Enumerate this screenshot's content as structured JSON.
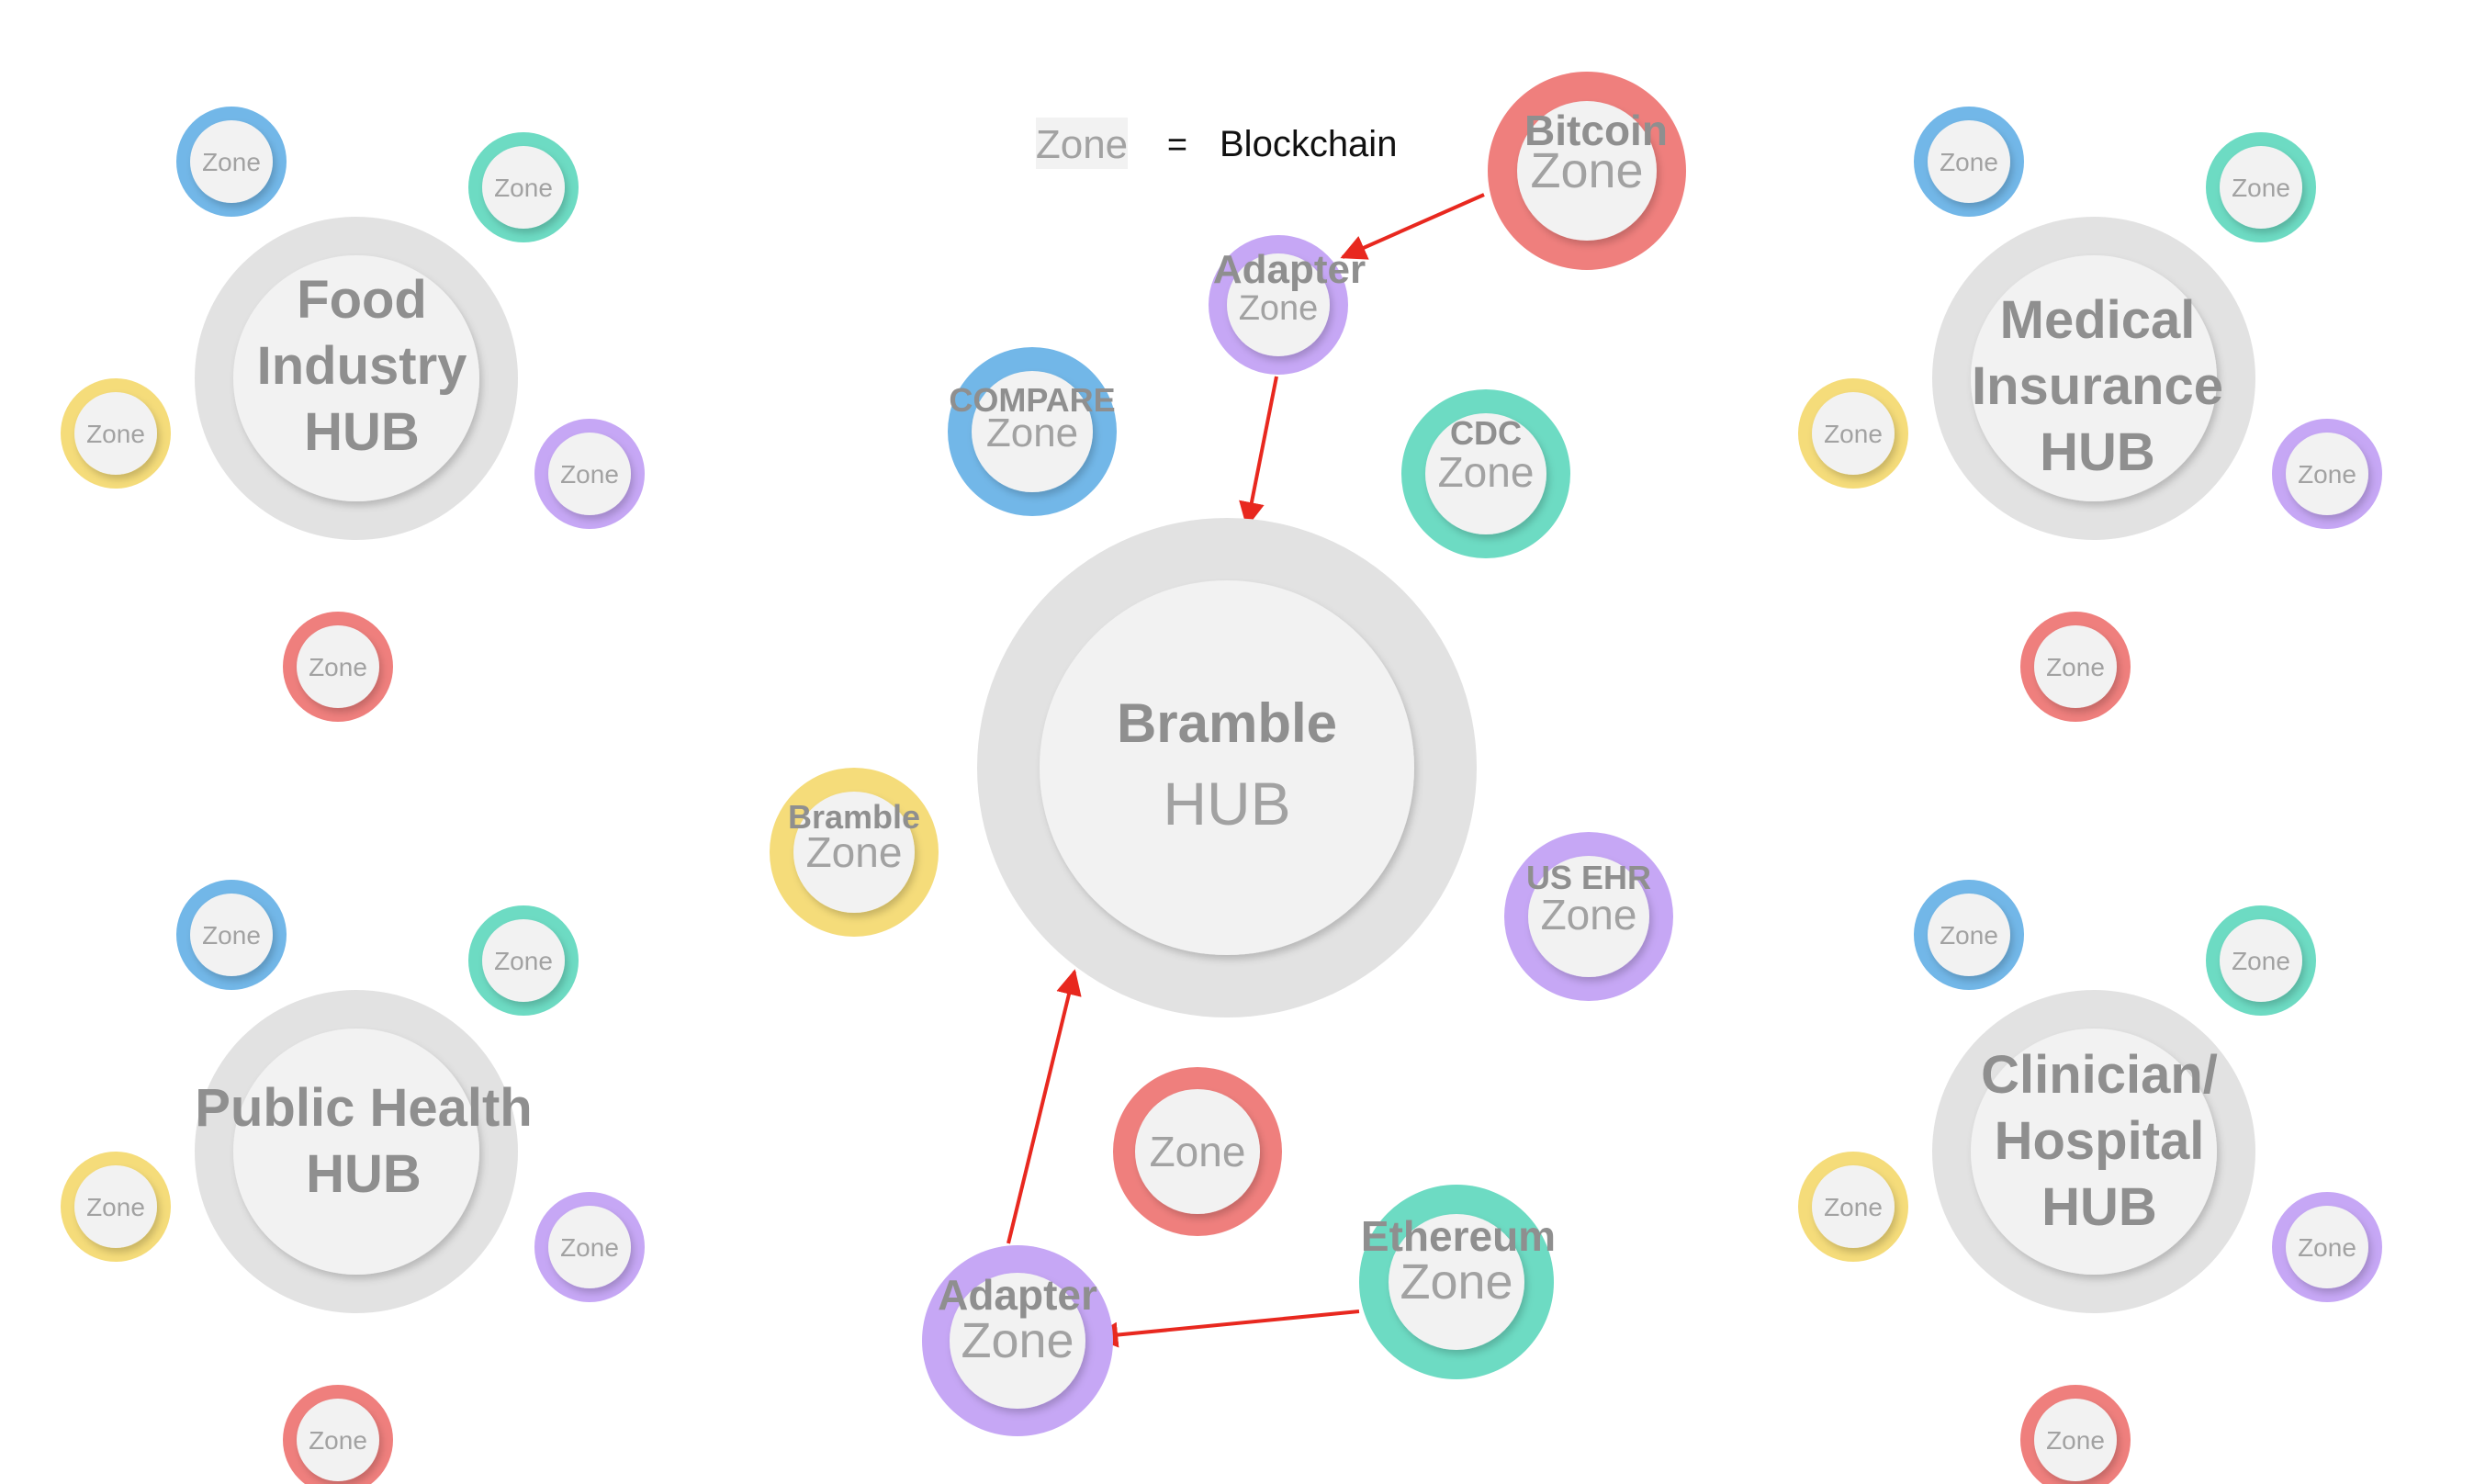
{
  "legend": {
    "zone_word": "Zone",
    "equals": "=",
    "meaning": "Blockchain"
  },
  "zone_word": "Zone",
  "colors": {
    "blue": "#72b7e8",
    "teal": "#6ddbc3",
    "yellow": "#f5dc7a",
    "purple": "#c6a7f5",
    "red": "#ef7f7d",
    "hub_ring": "#e2e2e2",
    "inner": "#f2f2f2",
    "arrow": "#e8281f"
  },
  "center_hub": {
    "name": "Bramble",
    "sub": "HUB"
  },
  "center_zones": {
    "bitcoin": "Bitcoin",
    "adapter_top": "Adapter",
    "compare": "COMPARE",
    "cdc": "CDC",
    "bramble": "Bramble",
    "us_ehr": "US EHR",
    "ethereum": "Ethereum",
    "adapter_bottom": "Adapter",
    "plain_red": ""
  },
  "side_hubs": {
    "food": [
      "Food",
      "Industry",
      "HUB"
    ],
    "medical": [
      "Medical",
      "Insurance",
      "HUB"
    ],
    "public_health": [
      "Public Health",
      "HUB"
    ],
    "clinician": [
      "Clinician/",
      "Hospital",
      "HUB"
    ]
  }
}
